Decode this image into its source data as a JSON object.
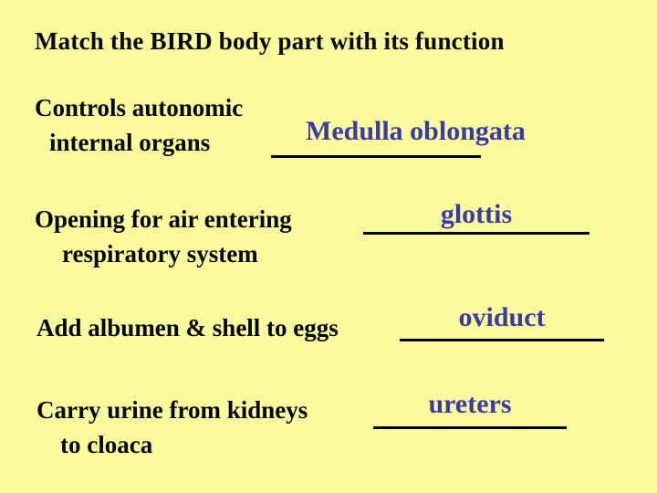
{
  "slide": {
    "title": "Match the BIRD body part with its function",
    "colors": {
      "background": "#FBFB9D",
      "question_text": "#060606",
      "answer_text": "#3A3AA8",
      "blank_line": "#000000"
    },
    "items": [
      {
        "function_line1": "Controls autonomic",
        "function_line2": "internal organs",
        "answer": "Medulla oblongata"
      },
      {
        "function_line1": "Opening for air entering",
        "function_line2": "respiratory system",
        "answer": "glottis"
      },
      {
        "function_line1": "Add albumen & shell to eggs",
        "function_line2": "",
        "answer": "oviduct"
      },
      {
        "function_line1": "Carry urine from kidneys",
        "function_line2": "to cloaca",
        "answer": "ureters"
      }
    ]
  }
}
